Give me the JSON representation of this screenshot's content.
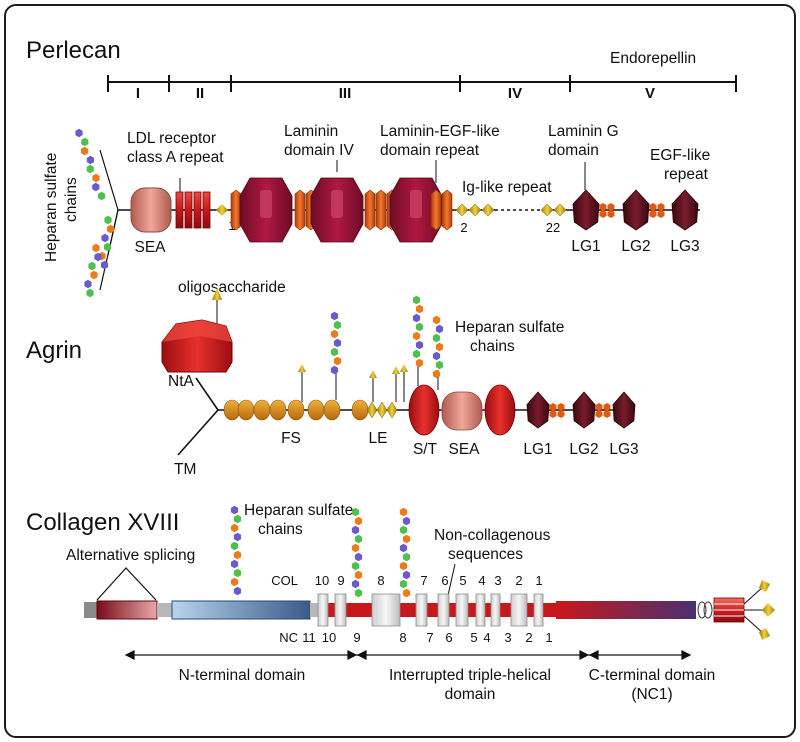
{
  "perlecan": {
    "title": "Perlecan",
    "subtitle": "Endorepellin",
    "domains": [
      "I",
      "II",
      "III",
      "IV",
      "V"
    ],
    "hs_label": [
      "Heparan sulfate",
      "chains"
    ],
    "ldl_label": [
      "LDL receptor",
      "class A repeat"
    ],
    "laminin_iv_label": [
      "Laminin",
      "domain IV"
    ],
    "laminin_egf_label": [
      "Laminin-EGF-like",
      "domain repeat"
    ],
    "ig_label": "Ig-like repeat",
    "laminin_g_label": [
      "Laminin G",
      "domain"
    ],
    "egf_label": [
      "EGF-like",
      "repeat"
    ],
    "sea": "SEA",
    "ig_numbers": [
      "1",
      "2",
      "22"
    ],
    "lg": [
      "LG1",
      "LG2",
      "LG3"
    ]
  },
  "agrin": {
    "title": "Agrin",
    "oligo": "oligosaccharide",
    "hs_label": [
      "Heparan sulfate",
      "chains"
    ],
    "nta": "NtA",
    "tm": "TM",
    "fs": "FS",
    "le": "LE",
    "st": "S/T",
    "sea": "SEA",
    "lg": [
      "LG1",
      "LG2",
      "LG3"
    ]
  },
  "collagen": {
    "title": "Collagen XVIII",
    "alt_splicing": "Alternative splicing",
    "hs_label": [
      "Heparan sulfate",
      "chains"
    ],
    "noncol_label": [
      "Non-collagenous",
      "sequences"
    ],
    "col_label": "COL",
    "nc_label": "NC",
    "col_numbers": [
      "10",
      "9",
      "8",
      "7",
      "6",
      "5",
      "4",
      "3",
      "2",
      "1"
    ],
    "nc_numbers": [
      "11",
      "10",
      "9",
      "8",
      "7",
      "6",
      "5",
      "4",
      "3",
      "2",
      "1"
    ],
    "nterm": "N-terminal domain",
    "triple": [
      "Interrupted triple-helical",
      "domain"
    ],
    "cterm": [
      "C-terminal domain",
      "(NC1)"
    ]
  },
  "colors": {
    "dark_red": "#8e1030",
    "red": "#c8181c",
    "orange": "#e05a10",
    "salmon": "#e08a7c",
    "gold": "#d4b020",
    "amber": "#d88a18",
    "maroon": "#5a1020",
    "hs_purple": "#6a5acd",
    "hs_green": "#4ec04e",
    "hs_orange": "#f07a1a"
  }
}
